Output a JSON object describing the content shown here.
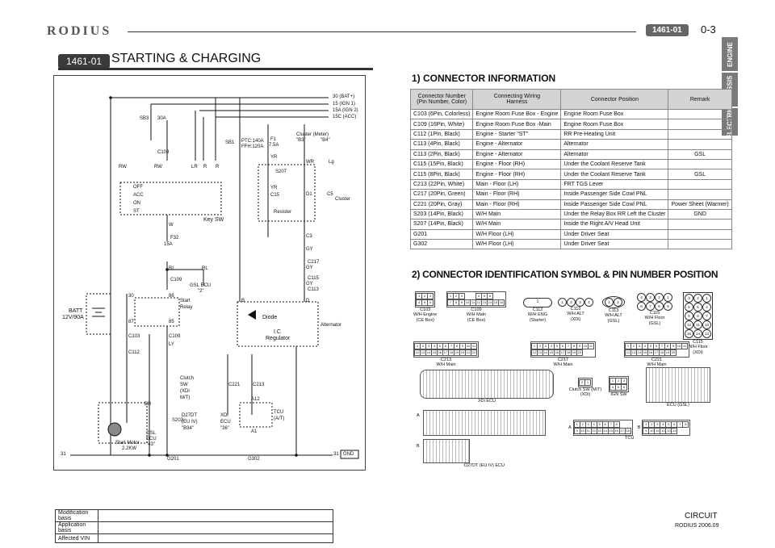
{
  "header": {
    "brand": "RODIUS",
    "section_code": "1461-01",
    "page_number": "0-3",
    "side_tabs": [
      "ENGINE",
      "CHASSIS",
      "ELECTRIC"
    ]
  },
  "section": {
    "badge": "1461-01",
    "title": "STARTING & CHARGING"
  },
  "diagram_labels": {
    "bat": "30 (BAT+)",
    "ign1": "15 (IGN 1)",
    "ign2": "15A (IGN 2)",
    "acc": "15C (ACC)",
    "sb3": "SB3",
    "a30": "30A",
    "c109": "C109",
    "rw": "RW",
    "rw2": "RW",
    "lr": "LR",
    "r1": "R",
    "r2": "R",
    "off": "OFF",
    "accpos": "ACC",
    "on": "ON",
    "st": "ST",
    "keysw": "Key SW",
    "w": "W",
    "f32": "F32",
    "a15": "15A",
    "rl": "RL",
    "rl2": "RL",
    "gslecu": "GSL ECU",
    "gslecu2": "\"2\"",
    "start": "Start",
    "relay": "Relay",
    "n30": "30",
    "n86": "86",
    "n87": "87",
    "n85": "85",
    "batt": "BATT",
    "batt2": "12V/90A",
    "c103": "C103",
    "c112": "C112",
    "c109b": "C109",
    "ly": "LY",
    "sb1": "SB1",
    "ptc": "PTC:140A",
    "ffh": "FFH:120A",
    "f1": "F1",
    "a75": "7.5A",
    "yr": "YR",
    "s207": "S207",
    "c15": "C15",
    "clusterm": "Cluster (Meter)",
    "b3": "\"B3\"",
    "b4": "\"B4\"",
    "wr": "WR",
    "lg": "Lg",
    "d1": "D1",
    "c5": "C5",
    "cluster": "Cluster",
    "resister": "Resister",
    "c3": "C3",
    "gy": "GY",
    "c217": "C217",
    "c115": "C115",
    "c113": "C113",
    "bt": "B",
    "dt": "D",
    "diode": "Diode",
    "ic": "I.C",
    "reg": "Regulator",
    "alt": "Alternator",
    "clutch": "Clutch",
    "sw": "SW",
    "xdi": "(XDi",
    "mt": "M/T)",
    "c221": "C221",
    "c213": "C213",
    "d27": "D27DT",
    "eu4": "(EU IV)",
    "b34": "\"B34\"",
    "xdiecu": "XDi",
    "ecu": "ECU",
    "b36": "\"36\"",
    "a12": "A12",
    "a1": "A1",
    "tcu": "TCU",
    "at": "(A/T)",
    "s203": "S203",
    "br": "BR",
    "gsl": "GSL",
    "ecu2": "ECU",
    "g43": "\"43\"",
    "startmotor": "Start Motor",
    "kw": "2.2KW",
    "g201": "G201",
    "g302": "G302",
    "n31": "31",
    "n31b": "31",
    "gnd": "GND"
  },
  "connector_info": {
    "title": "1) CONNECTOR INFORMATION",
    "columns": [
      "Connector Number\n(Pin Number, Color)",
      "Connecting Wiring\nHarness",
      "Connector Position",
      "Remark"
    ],
    "rows": [
      [
        "C103 (6Pin, Colorless)",
        "Engine Room Fuse Box - Engine",
        "Engine Room Fuse Box",
        ""
      ],
      [
        "C109 (16Pin, White)",
        "Engine Room Fuse Box -Main",
        "Engine Room Fuse Box",
        ""
      ],
      [
        "C112 (1Pin, Black)",
        "Engine - Starter \"ST\"",
        "RR Pre-Heating Unit",
        ""
      ],
      [
        "C113 (4Pin, Black)",
        "Engine - Alternator",
        "Alternator",
        ""
      ],
      [
        "C113 (2Pin, Black)",
        "Engine - Alternator",
        "Alternator",
        "GSL"
      ],
      [
        "C115 (15Pin, Black)",
        "Engine - Floor (RH)",
        "Under the Coolant Reserve Tank",
        ""
      ],
      [
        "C115 (8Pin, Black)",
        "Engine - Floor (RH)",
        "Under the Coolant Reserve Tank",
        "GSL"
      ],
      [
        "C213 (22Pin, White)",
        "Main - Floor (LH)",
        "FRT TGS Lever",
        ""
      ],
      [
        "C217 (20Pin, Green)",
        "Main - Floor (RH)",
        "Inside Passenger Side Cowl PNL",
        ""
      ],
      [
        "C221 (20Pin, Gray)",
        "Main - Floor (RH)",
        "Inside Passenger Side Cowl PNL",
        "Power Sheet (Warmer)"
      ],
      [
        "S203 (14Pin, Black)",
        "W/H Main",
        "Under the Relay Box RR Left the Cluster",
        "GND"
      ],
      [
        "S207 (14Pin, Black)",
        "W/H Main",
        "Inside the Right A/V Head Unit",
        ""
      ],
      [
        "G201",
        "W/H Floor (LH)",
        "Under Driver Seat",
        ""
      ],
      [
        "G302",
        "W/H Floor (LH)",
        "Under Driver Seat",
        ""
      ]
    ]
  },
  "pin_section": {
    "title": "2) CONNECTOR IDENTIFICATION SYMBOL & PIN NUMBER POSITION",
    "connectors": {
      "c103": [
        "C103",
        "W/H Engine",
        "(CE Box)"
      ],
      "c109": [
        "C109",
        "W/H Main",
        "(CE Box)"
      ],
      "c112": [
        "C112",
        "W/H ENG",
        "(Starter)"
      ],
      "c113a": [
        "C113",
        "W/H ALT",
        "(XDi)"
      ],
      "c113b": [
        "C113",
        "W/H ALT",
        "(GSL)"
      ],
      "c115a": [
        "C115",
        "W/H Floor",
        "(GSL)"
      ],
      "c115b": [
        "C115",
        "W/H Floor",
        "(XDi)"
      ],
      "c213": [
        "C213",
        "W/H Main"
      ],
      "c217": [
        "C217",
        "W/H Main"
      ],
      "c221": [
        "C221",
        "W/H Main"
      ],
      "xdiecu": "XDi ECU",
      "clutchsw": "Clutch SW (M/T) (XDi)",
      "ignsw": "IGN SW",
      "ecugsl": "ECU (GSL)",
      "tcu": "TCU",
      "d27ecu": "D27DT (EU IV) ECU",
      "lblA": "A",
      "lblB": "B",
      "tA": "A",
      "tB": "B"
    }
  },
  "footer": {
    "table": [
      "Modification basis",
      "Application basis",
      "Affected VIN"
    ],
    "circuit": "CIRCUIT",
    "version": "RODIUS 2006.09"
  },
  "colors": {
    "badge": "#3a3a3a",
    "side_tab": "#7a7a7a",
    "table_header": "#d4d4d4"
  }
}
